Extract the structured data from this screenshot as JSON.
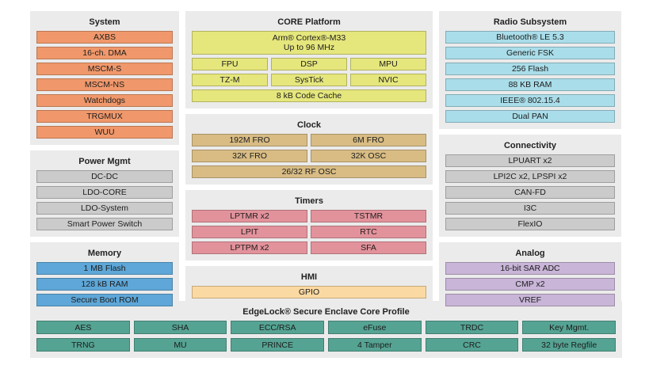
{
  "sections": {
    "system": {
      "title": "System",
      "items": [
        "AXBS",
        "16-ch. DMA",
        "MSCM-S",
        "MSCM-NS",
        "Watchdogs",
        "TRGMUX",
        "WUU"
      ]
    },
    "power": {
      "title": "Power Mgmt",
      "items": [
        "DC-DC",
        "LDO-CORE",
        "LDO-System",
        "Smart Power Switch"
      ]
    },
    "memory": {
      "title": "Memory",
      "items": [
        "1 MB Flash",
        "128 kB RAM",
        "Secure Boot ROM"
      ]
    },
    "core": {
      "title": "CORE Platform",
      "cpu_line1": "Arm® Cortex®-M33",
      "cpu_line2": "Up to 96 MHz",
      "row1": [
        "FPU",
        "DSP",
        "MPU"
      ],
      "row2": [
        "TZ-M",
        "SysTick",
        "NVIC"
      ],
      "cache": "8 kB Code Cache"
    },
    "clock": {
      "title": "Clock",
      "row1": [
        "192M FRO",
        "6M FRO"
      ],
      "row2": [
        "32K FRO",
        "32K OSC"
      ],
      "wide": "26/32 RF OSC"
    },
    "timers": {
      "title": "Timers",
      "row1": [
        "LPTMR x2",
        "TSTMR"
      ],
      "row2": [
        "LPIT",
        "RTC"
      ],
      "row3": [
        "LPTPM x2",
        "SFA"
      ]
    },
    "hmi": {
      "title": "HMI",
      "items": [
        "GPIO"
      ]
    },
    "radio": {
      "title": "Radio Subsystem",
      "items": [
        "Bluetooth® LE 5.3",
        "Generic FSK",
        "256 Flash",
        "88 KB RAM",
        "IEEE® 802.15.4",
        "Dual PAN"
      ]
    },
    "connectivity": {
      "title": "Connectivity",
      "items": [
        "LPUART x2",
        "LPI2C x2, LPSPI x2",
        "CAN-FD",
        "I3C",
        "FlexIO"
      ]
    },
    "analog": {
      "title": "Analog",
      "items": [
        "16-bit SAR ADC",
        "CMP x2",
        "VREF"
      ]
    },
    "edgelock": {
      "title": "EdgeLock® Secure Enclave Core Profile",
      "row1": [
        "AES",
        "SHA",
        "ECC/RSA",
        "eFuse",
        "TRDC",
        "Key Mgmt."
      ],
      "row2": [
        "TRNG",
        "MU",
        "PRINCE",
        "4 Tamper",
        "CRC",
        "32 byte Regfile"
      ]
    }
  },
  "colors": {
    "system": "#F0986B",
    "power": "#CBCBCB",
    "memory": "#5EA7D8",
    "core": "#E5E67C",
    "clock": "#D8BC84",
    "timers": "#E2929B",
    "hmi": "#FBD9A2",
    "radio": "#A9DDE9",
    "connectivity": "#CBCBCB",
    "analog": "#C9B5D8",
    "edgelock": "#55A393",
    "section_background": "#EBEBEB"
  }
}
